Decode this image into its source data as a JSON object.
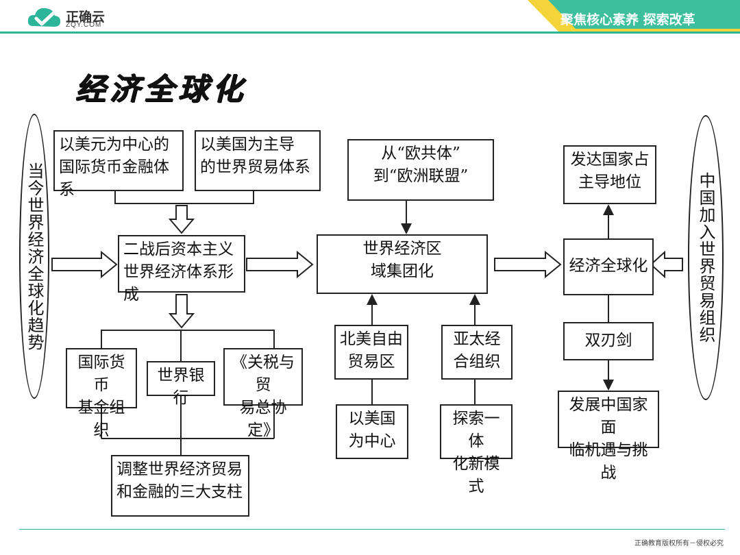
{
  "header": {
    "brand_name": "正确云",
    "brand_url": "ZQY.COM",
    "slogan": "聚焦核心素养 探索改革"
  },
  "title": "经济全球化",
  "diagram": {
    "left_trend": "当今世界经济全球化趋势",
    "right_trend": "中国加入世界贸易组织",
    "usd_finance": [
      "以美元为中心的",
      "国际货币金融体系"
    ],
    "us_trade": [
      "以美国为主导",
      "的世界贸易体系"
    ],
    "postwar_system": [
      "二战后资本主义",
      "世界经济体系形成"
    ],
    "imf": [
      "国际货币",
      "基金组织"
    ],
    "world_bank": [
      "世界银行"
    ],
    "gatt": [
      "《关税与贸",
      "易总协定》"
    ],
    "three_pillars": [
      "调整世界经济贸易",
      "和金融的三大支柱"
    ],
    "ec_to_eu": [
      "从“欧共体”",
      "到“欧洲联盟”"
    ],
    "regional_blocs": [
      "世界经济区",
      "域集团化"
    ],
    "nafta": [
      "北美自由",
      "贸易区"
    ],
    "apec": [
      "亚太经",
      "合组织"
    ],
    "us_center": [
      "以美国",
      "为中心"
    ],
    "new_model": [
      "探索一体",
      "化新模式"
    ],
    "developed_lead": [
      "发达国家占",
      "主导地位"
    ],
    "globalization": [
      "经济全球化"
    ],
    "double_edged": [
      "双刃剑"
    ],
    "china_challenge": [
      "发展中国家面",
      "临机遇与挑战"
    ]
  },
  "footer": {
    "copyright": "正确教育版权所有－侵权必究"
  },
  "colors": {
    "accent_green": "#2db59a",
    "banner_green": "#3dbf9d",
    "banner_yellow": "#f5d33a"
  }
}
